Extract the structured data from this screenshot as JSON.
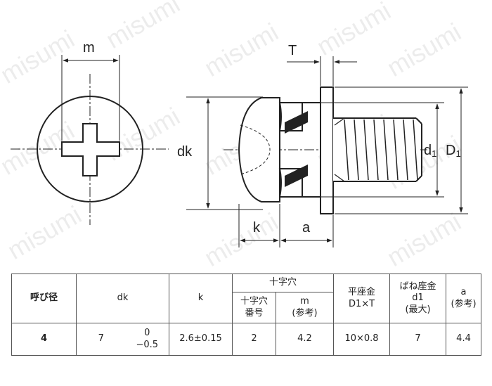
{
  "drawing": {
    "labels": {
      "m": "m",
      "T": "T",
      "dk": "dk",
      "k": "k",
      "a": "a",
      "d1_main": "d",
      "d1_sub": "1",
      "D1_main": "D",
      "D1_sub": "1"
    },
    "watermark": "misumi"
  },
  "table": {
    "headers": {
      "nominal": "呼び径",
      "dk": "dk",
      "k": "k",
      "cross_recess": "十字穴",
      "cross_no_line1": "十字穴",
      "cross_no_line2": "番号",
      "m_line1": "m",
      "m_line2": "(参考)",
      "washer_line1": "平座金",
      "washer_line2": "D1×T",
      "spring_line1": "ばね座金",
      "spring_line2": "d1",
      "spring_line3": "(最大)",
      "a_line1": "a",
      "a_line2": "(参考)"
    },
    "row": {
      "nominal": "4",
      "dk": "7",
      "dk_tol_upper": "0",
      "dk_tol_lower": "−0.5",
      "k": "2.6±0.15",
      "cross_no": "2",
      "m": "4.2",
      "washer": "10×0.8",
      "spring": "7",
      "a": "4.4"
    }
  }
}
